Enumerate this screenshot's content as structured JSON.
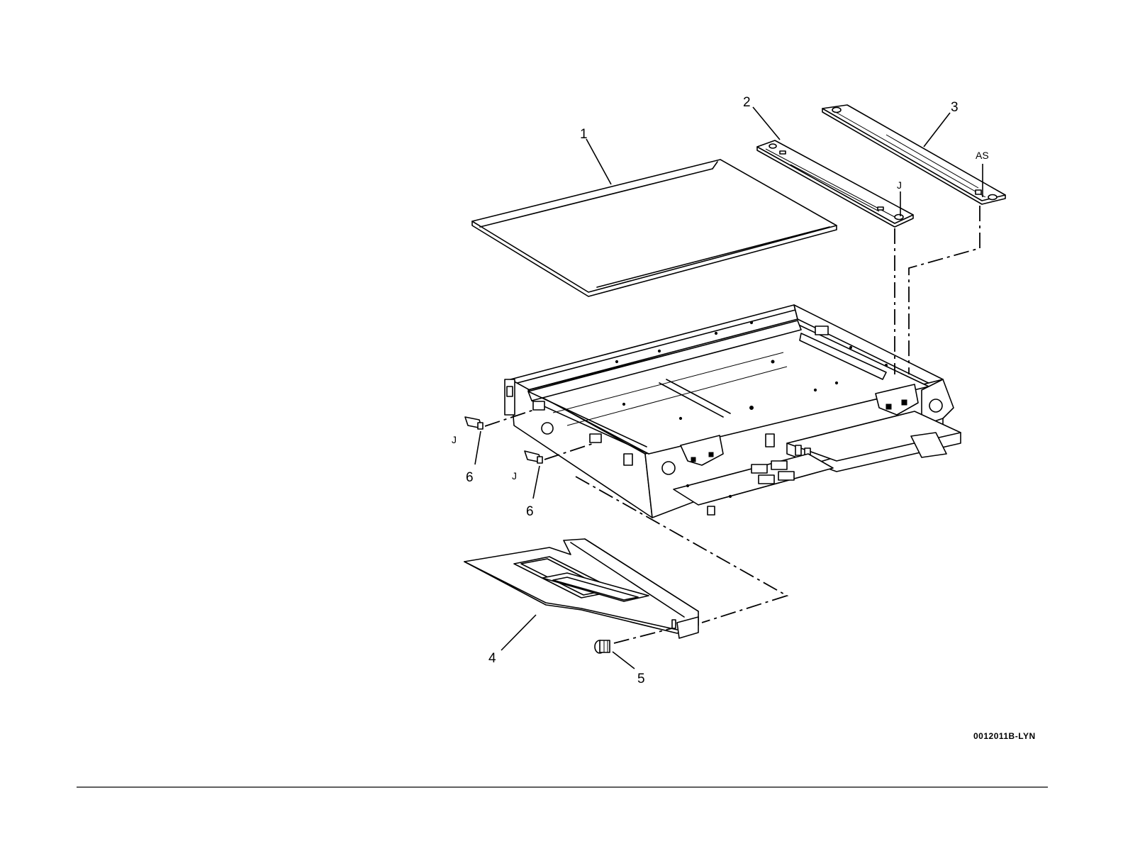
{
  "callouts": {
    "c1": "1",
    "c2": "2",
    "c3": "3",
    "c4": "4",
    "c5": "5",
    "c6a": "6",
    "c6b": "6"
  },
  "tags": {
    "j_top": "J",
    "as_top": "AS",
    "j_left_upper": "J",
    "j_left_lower": "J"
  },
  "figure_id": "0012011B-LYN"
}
